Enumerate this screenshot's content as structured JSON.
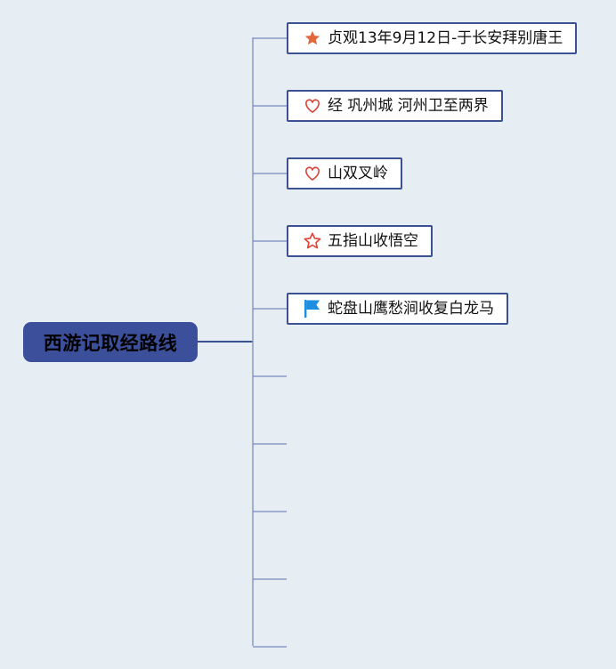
{
  "mindmap": {
    "root": {
      "label": "西游记取经路线"
    },
    "branches": [
      {
        "label": "贞观13年9月12日-于长安拜别唐王",
        "icon": "star-filled-icon",
        "icon_color": "#e2683c"
      },
      {
        "label": "经 巩州城 河州卫至两界",
        "icon": "heart-outline-icon",
        "icon_color": "#d9473c"
      },
      {
        "label": "山双叉岭",
        "icon": "heart-outline-icon",
        "icon_color": "#d9473c"
      },
      {
        "label": "五指山收悟空",
        "icon": "star-outline-icon",
        "icon_color": "#e0443a"
      },
      {
        "label": "蛇盘山鹰愁涧收复白龙马",
        "icon": "flag-icon",
        "icon_color": "#1e8fe0"
      },
      {
        "label": ""
      },
      {
        "label": ""
      },
      {
        "label": ""
      },
      {
        "label": ""
      },
      {
        "label": ""
      }
    ]
  },
  "colors": {
    "background": "#e6eef4",
    "root_fill": "#3c4f9b",
    "node_border": "#3a5294",
    "connector": "#8898c8",
    "trunk": "#3a5294"
  }
}
